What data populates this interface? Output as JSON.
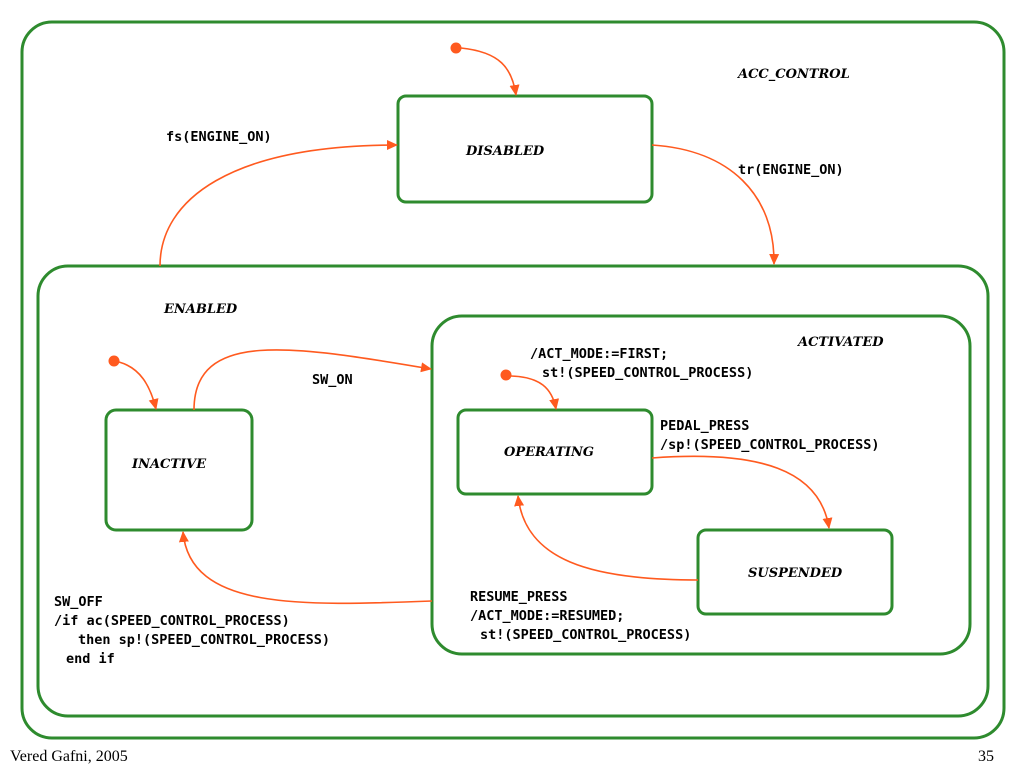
{
  "states": {
    "acc_control": "ACC_CONTROL",
    "disabled": "DISABLED",
    "enabled": "ENABLED",
    "activated": "ACTIVATED",
    "inactive": "INACTIVE",
    "operating": "OPERATING",
    "suspended": "SUSPENDED"
  },
  "transitions": {
    "fs_engine_on": "fs(ENGINE_ON)",
    "tr_engine_on": "tr(ENGINE_ON)",
    "sw_on": "SW_ON",
    "act_mode_first_1": "/ACT_MODE:=FIRST;",
    "act_mode_first_2": "st!(SPEED_CONTROL_PROCESS)",
    "pedal_press_1": "PEDAL_PRESS",
    "pedal_press_2": "/sp!(SPEED_CONTROL_PROCESS)",
    "resume_press_1": "RESUME_PRESS",
    "resume_press_2": "/ACT_MODE:=RESUMED;",
    "resume_press_3": "st!(SPEED_CONTROL_PROCESS)",
    "sw_off_1": "SW_OFF",
    "sw_off_2": "/if ac(SPEED_CONTROL_PROCESS)",
    "sw_off_3": "then sp!(SPEED_CONTROL_PROCESS)",
    "sw_off_4": "end if"
  },
  "footer": {
    "author": "Vered Gafni, 2005",
    "page": "35"
  },
  "colors": {
    "state_border": "#2e8b2e",
    "transition": "#ff5a1f"
  }
}
